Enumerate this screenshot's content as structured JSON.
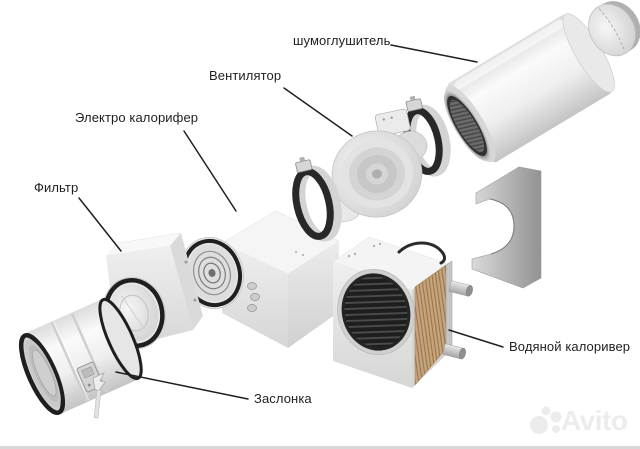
{
  "diagram": {
    "background_color": "#ffffff",
    "label_text_color": "#1f1f1f",
    "leader_line_color": "#1f1f1f",
    "labels": {
      "silencer": "шумоглушитель",
      "fan": "Вентилятор",
      "electric_heater": "Электро калорифер",
      "filter": "Фильтр",
      "damper": "Заслонка",
      "water_heater": "Водяной калоривер"
    }
  },
  "watermark": {
    "text": "Avito",
    "color": "#ececec"
  },
  "palette": {
    "metal_light": "#f5f5f5",
    "metal_mid": "#d6d6d6",
    "metal_dark": "#9d9d9d",
    "rubber_seal": "#1f1f1f",
    "grill_dark": "#2f2f2f",
    "copper_coil": "#c6a57c",
    "bottom_edge": "#d8d8d8"
  }
}
